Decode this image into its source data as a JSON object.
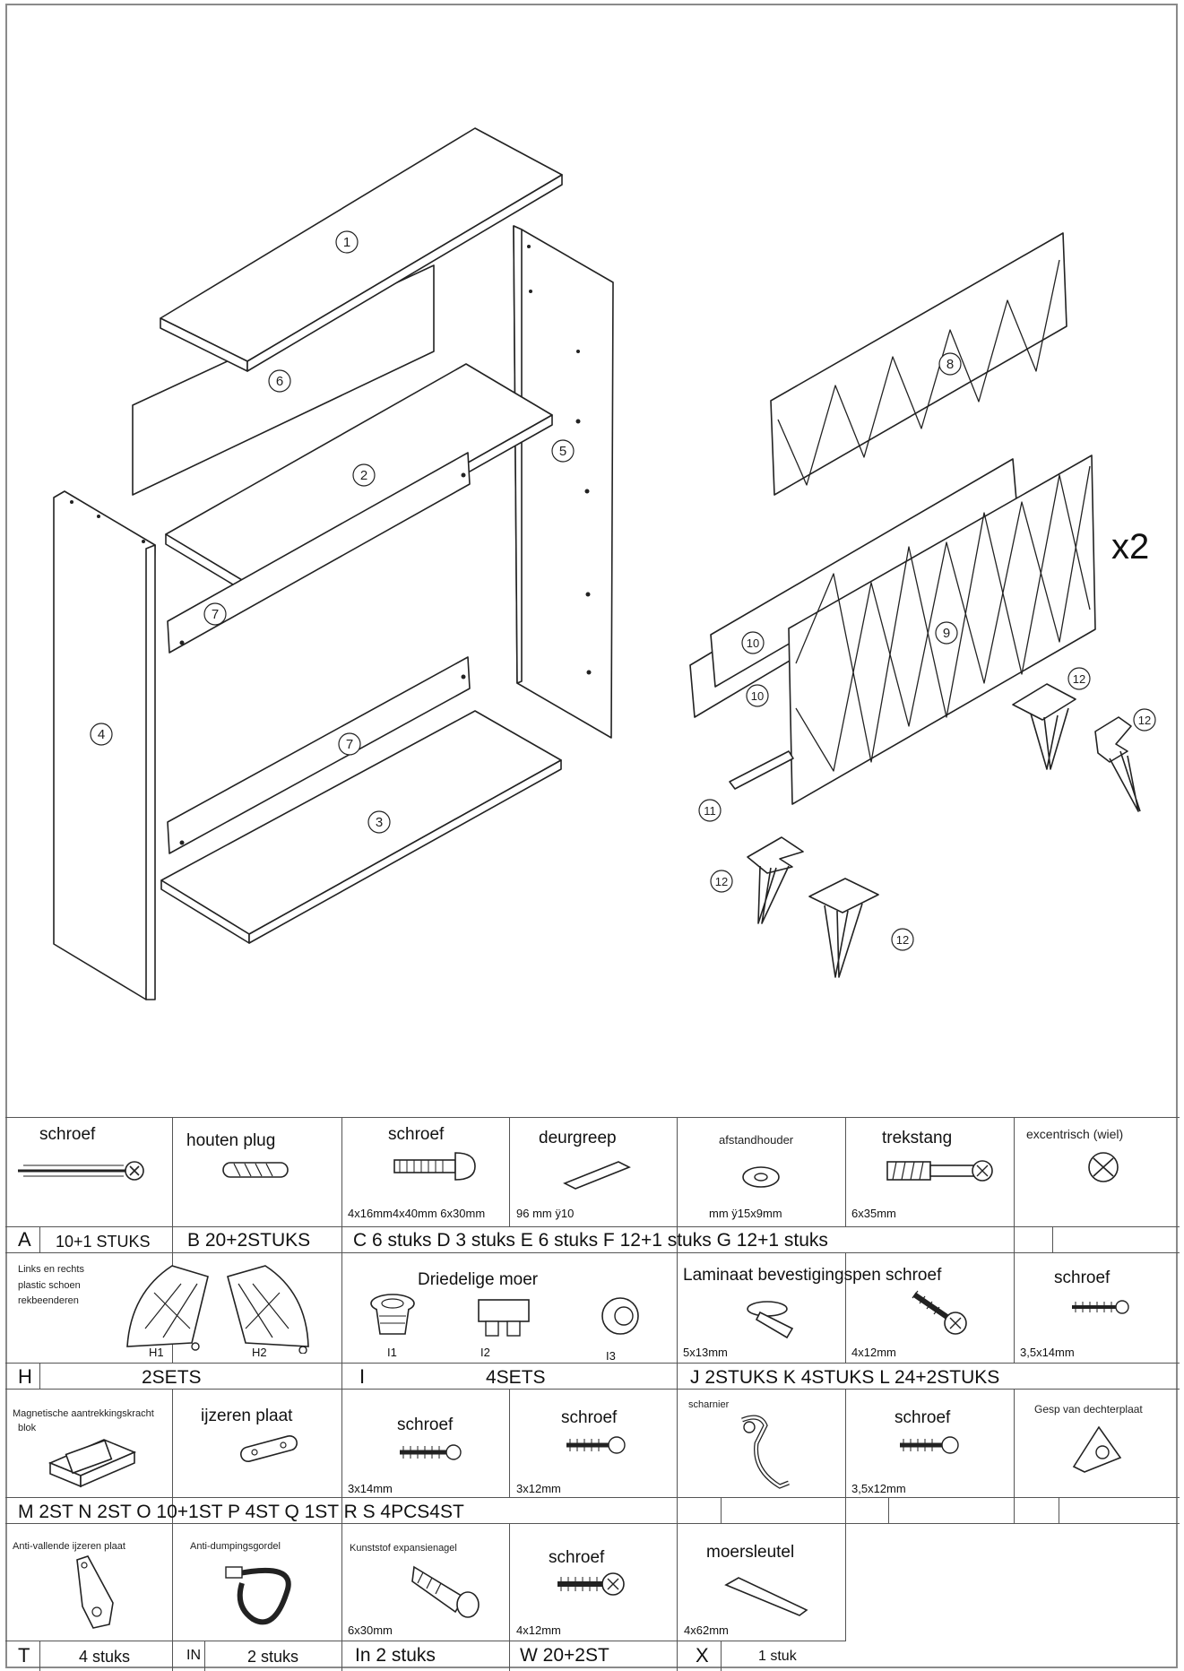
{
  "diagram": {
    "multiplier": "x2",
    "parts": [
      {
        "label": "1"
      },
      {
        "label": "2"
      },
      {
        "label": "3"
      },
      {
        "label": "4"
      },
      {
        "label": "5"
      },
      {
        "label": "6"
      },
      {
        "label": "7"
      },
      {
        "label": "7"
      },
      {
        "label": "8"
      },
      {
        "label": "9"
      },
      {
        "label": "10"
      },
      {
        "label": "10"
      },
      {
        "label": "11"
      },
      {
        "label": "12"
      },
      {
        "label": "12"
      },
      {
        "label": "12"
      },
      {
        "label": "12"
      }
    ]
  },
  "table": {
    "row1": {
      "names": [
        "schroef",
        "houten  plug",
        "schroef",
        "deurgreep",
        "afstandhouder",
        "trekstang",
        "excentrisch (wiel)"
      ],
      "dims": [
        "4x16mm4x40mm 6x30mm",
        "96 mm ÿ10",
        "mm ÿ15x9mm",
        "6x35mm"
      ],
      "qty": [
        "A",
        "10+1 STUKS",
        "B 20+2STUKS",
        "C 6 stuks D 3 stuks E 6 stuks F 12+1 stuks G 12+1  stuks"
      ]
    },
    "row2": {
      "names": [
        "Links  en  rechts",
        "plastic  schoen",
        "rekbeenderen",
        "Driedelige  moer",
        "Laminaat  bevestigingspen  schroef",
        "schroef"
      ],
      "sub": [
        "H1",
        "H2",
        "I1",
        "I2",
        "I3"
      ],
      "dims": [
        "5x13mm",
        "4x12mm",
        "3,5x14mm"
      ],
      "qty": [
        "H",
        "2SETS",
        "I",
        "4SETS",
        "J  2STUKS  K  4STUKS  L  24+2STUKS"
      ]
    },
    "row3": {
      "names": [
        "Magnetische  aantrekkingskracht",
        "blok",
        "ijzeren  plaat",
        "schroef",
        "schroef",
        "scharnier",
        "schroef",
        "Gesp  van  dechterplaat"
      ],
      "dims": [
        "3x14mm",
        "3x12mm",
        "3,5x12mm"
      ],
      "qty": [
        "M  2ST  N  2ST  O  10+1ST  P  4ST  Q  1ST  R  S  4PCS4ST"
      ]
    },
    "row4": {
      "names": [
        "Anti-vallende  ijzeren  plaat",
        "Anti-dumpingsgordel",
        "Kunststof  expansienagel",
        "schroef",
        "moersleutel"
      ],
      "dims": [
        "6x30mm",
        "4x12mm",
        "4x62mm"
      ],
      "qty": [
        "T",
        "4 stuks",
        "IN",
        "2 stuks",
        "In  2  stuks",
        "W  20+2ST",
        "X",
        "1 stuk"
      ]
    }
  }
}
